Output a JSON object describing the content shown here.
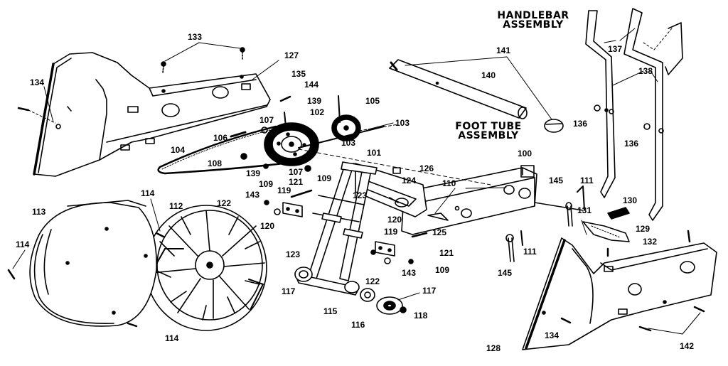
{
  "assembly_titles": {
    "handlebar": [
      "HANDLEBAR",
      "ASSEMBLY"
    ],
    "foot_tube": [
      "FOOT TUBE",
      "ASSEMBLY"
    ]
  },
  "part_numbers": {
    "p133": "133",
    "p127": "127",
    "p134a": "134",
    "p135": "135",
    "p144": "144",
    "p139a": "139",
    "p102": "102",
    "p105": "105",
    "p107a": "107",
    "p106": "106",
    "p103a": "103",
    "p103b": "103",
    "p104": "104",
    "p108": "108",
    "p139b": "139",
    "p107b": "107",
    "p109a": "109",
    "p101": "101",
    "p126": "126",
    "p124": "124",
    "p141": "141",
    "p140": "140",
    "p137": "137",
    "p138": "138",
    "p136a": "136",
    "p136b": "136",
    "p100": "100",
    "p110": "110",
    "p145a": "145",
    "p111a": "111",
    "p130": "130",
    "p131": "131",
    "p129": "129",
    "p132": "132",
    "p114a": "114",
    "p113": "113",
    "p112": "112",
    "p122a": "122",
    "p143a": "143",
    "p109b": "109",
    "p121a": "121",
    "p119a": "119",
    "p123a": "123",
    "p120a": "120",
    "p120b": "120",
    "p119b": "119",
    "p125": "125",
    "p121b": "121",
    "p114b": "114",
    "p123b": "123",
    "p111b": "111",
    "p145b": "145",
    "p109c": "109",
    "p143b": "143",
    "p122b": "122",
    "p117a": "117",
    "p117b": "117",
    "p115": "115",
    "p116": "116",
    "p118": "118",
    "p114c": "114",
    "p128": "128",
    "p134b": "134",
    "p142": "142"
  }
}
